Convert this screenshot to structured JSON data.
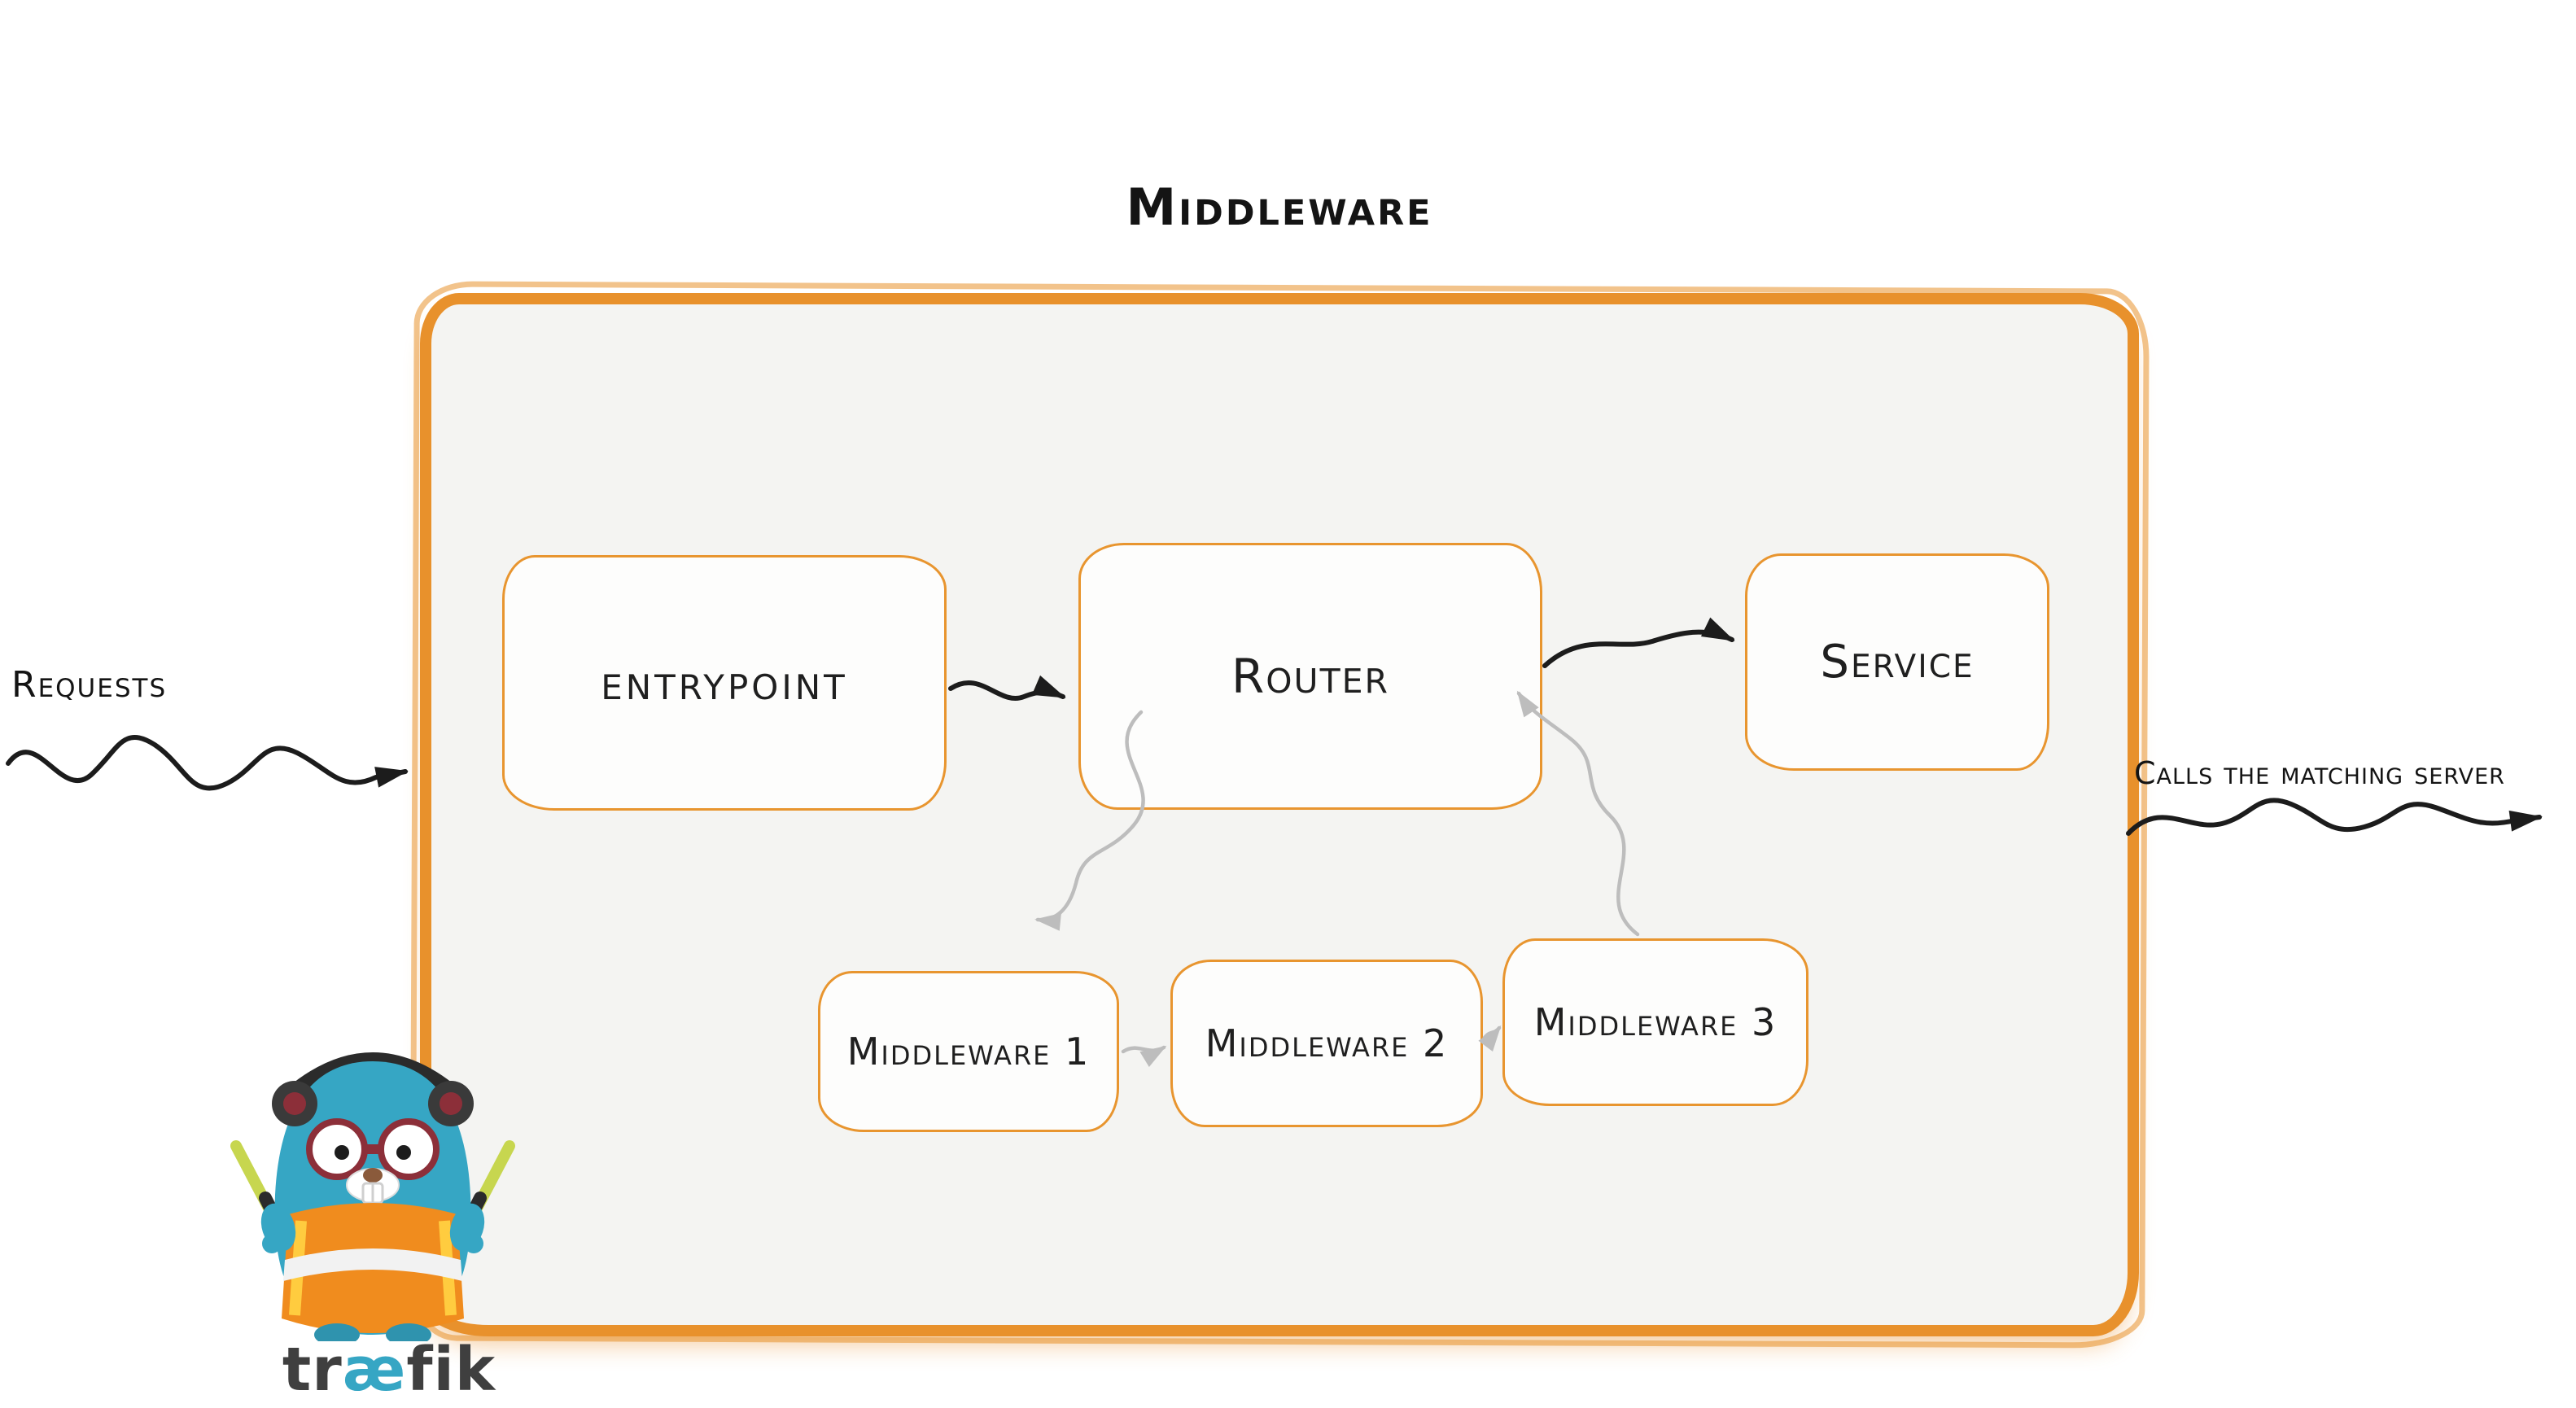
{
  "title": "Middleware",
  "outside_labels": {
    "requests": "Requests",
    "calls_matching": "Calls the matching server"
  },
  "nodes": [
    {
      "id": "entrypoint",
      "label": "entrypoint"
    },
    {
      "id": "router",
      "label": "Router"
    },
    {
      "id": "service",
      "label": "Service"
    },
    {
      "id": "middleware-1",
      "label": "Middleware 1"
    },
    {
      "id": "middleware-2",
      "label": "Middleware 2"
    },
    {
      "id": "middleware-3",
      "label": "Middleware 3"
    }
  ],
  "edges": [
    {
      "from": "requests",
      "to": "entrypoint",
      "style": "black"
    },
    {
      "from": "entrypoint",
      "to": "router",
      "style": "black"
    },
    {
      "from": "router",
      "to": "middleware-1",
      "style": "gray"
    },
    {
      "from": "middleware-1",
      "to": "middleware-2",
      "style": "gray"
    },
    {
      "from": "middleware-2",
      "to": "middleware-3",
      "style": "gray"
    },
    {
      "from": "middleware-3",
      "to": "router",
      "style": "gray"
    },
    {
      "from": "router",
      "to": "service",
      "style": "black"
    },
    {
      "from": "service",
      "to": "outside",
      "style": "black"
    }
  ],
  "logo": {
    "wordmark": {
      "prefix": "tr",
      "ligature": "æ",
      "suffix": "fik"
    }
  },
  "colors": {
    "accent_orange": "#e8912c",
    "node_border_orange": "#e8952f",
    "container_fill": "#f4f4f2",
    "arrow_black": "#1c1c1c",
    "arrow_gray": "#bdbdbd",
    "logo_teal": "#36a6c4",
    "vest_orange": "#f08c1e"
  }
}
